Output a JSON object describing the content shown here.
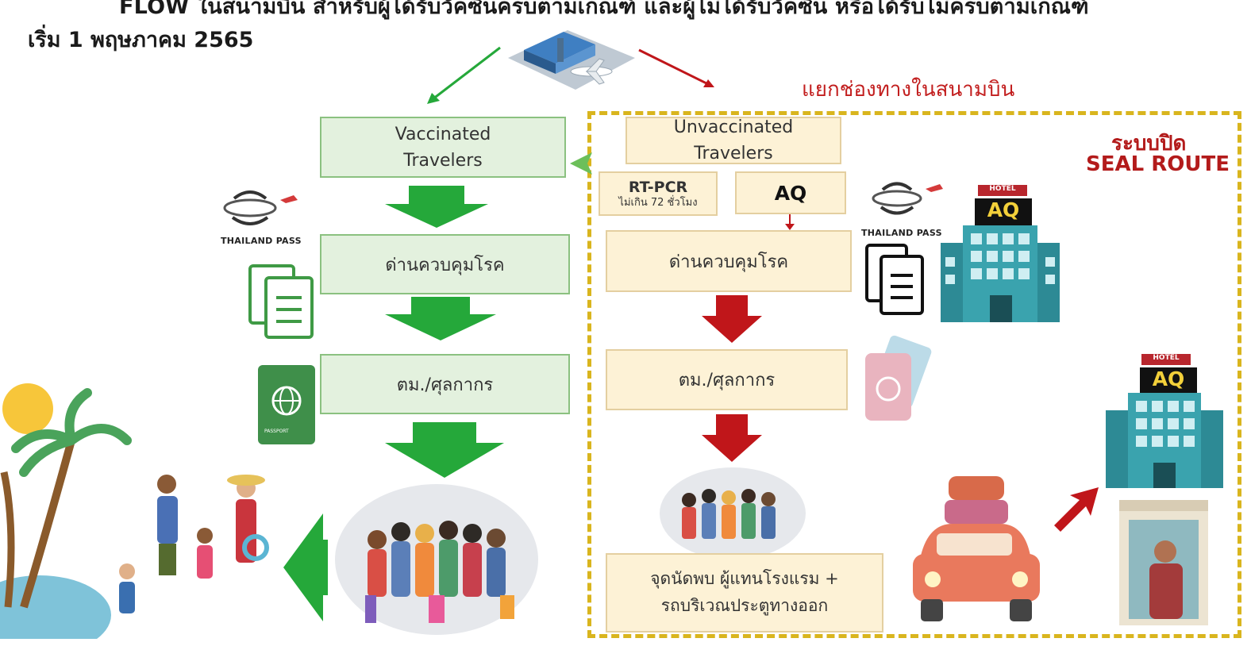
{
  "header": {
    "title": "FLOW ในสนามบิน สำหรับผู้ได้รับวัคซีนครบตามเกณฑ์ และผู้ไม่ได้รับวัคซีน หรือได้รับไม่ครบตามเกณฑ์",
    "subtitle": "เริ่ม 1 พฤษภาคม 2565"
  },
  "split_label": "แยกช่องทางในสนามบิน",
  "seal": {
    "title": "ระบบปิด",
    "subtitle": "SEAL ROUTE"
  },
  "vaccinated": {
    "travelers": "Vaccinated\nTravelers",
    "checkpoint": "ด่านควบคุมโรค",
    "immigration": "ตม./ศุลกากร"
  },
  "unvaccinated": {
    "travelers": "Unvaccinated\nTravelers",
    "rtpcr_title": "RT-PCR",
    "rtpcr_note": "ไม่เกิน 72 ชั่วโมง",
    "aq": "AQ",
    "checkpoint": "ด่านควบคุมโรค",
    "immigration": "ตม./ศุลกากร",
    "meeting": "จุดนัดพบ ผู้แทนโรงแรม +\nรถบริเวณประตูทางออก"
  },
  "icons": {
    "thailand_pass": "THAILAND PASS",
    "passport": "PASSPORT",
    "hotel_sign": "HOTEL",
    "hotel_aq": "AQ"
  },
  "colors": {
    "green_arrow": "#25a83a",
    "red_arrow": "#c0161a",
    "seal_border": "#d9b51e"
  }
}
